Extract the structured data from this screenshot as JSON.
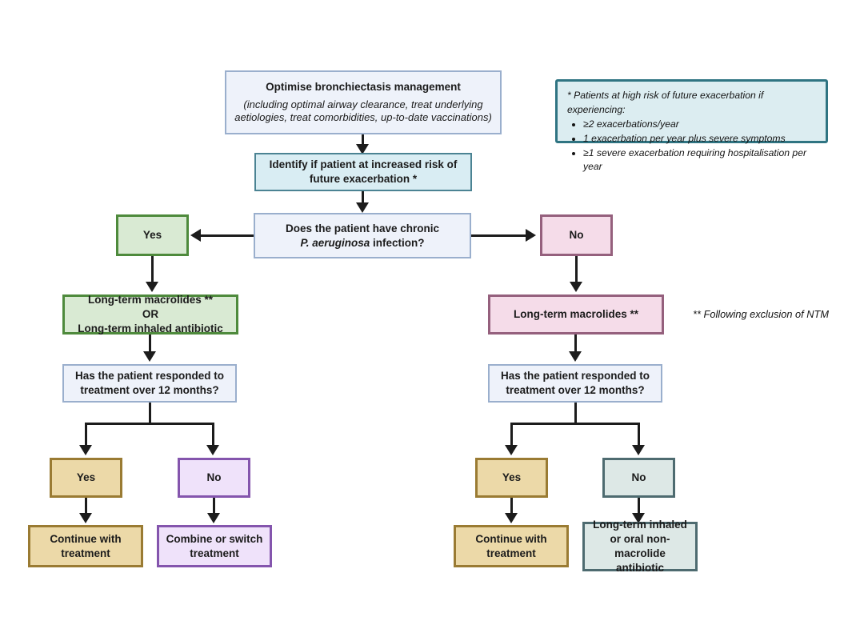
{
  "diagram": {
    "title": "Bronchiectasis long-term antibiotic treatment algorithm",
    "nodes": {
      "optimise": {
        "heading": "Optimise bronchiectasis management",
        "detail": "(including optimal airway clearance, treat underlying aetiologies, treat comorbidities, up-to-date vaccinations)"
      },
      "identify": "Identify if patient at increased risk of future exacerbation *",
      "pseudomonas_q_line1": "Does the patient have chronic",
      "pseudomonas_q_line2_italic": "P. aeruginosa",
      "pseudomonas_q_line2_rest": " infection?",
      "yes_pseudomonas": "Yes",
      "no_pseudomonas": "No",
      "left_treatment": "Long-term macrolides **\nOR\nLong-term inhaled antibiotic",
      "right_treatment": "Long-term macrolides **",
      "left_response_q": "Has the patient responded to treatment over 12 months?",
      "right_response_q": "Has the patient responded to treatment over 12 months?",
      "left_yes": "Yes",
      "left_no": "No",
      "right_yes": "Yes",
      "right_no": "No",
      "left_yes_outcome": "Continue with treatment",
      "left_no_outcome": "Combine or switch treatment",
      "right_yes_outcome": "Continue with treatment",
      "right_no_outcome": "Long-term inhaled or oral non-macrolide antibiotic"
    },
    "legend": {
      "lead": "* Patients at high risk of future exacerbation if experiencing:",
      "items": [
        "≥2 exacerbations/year",
        "1 exacerbation per year plus severe symptoms",
        "≥1 severe exacerbation requiring hospitalisation per year"
      ]
    },
    "footnote": "** Following exclusion of NTM",
    "colors": {
      "blue_fill": "#eef2fa",
      "blue_border": "#9aafcd",
      "cyan_fill": "#d9edf3",
      "cyan_border": "#4b8393",
      "green_fill": "#d9ead3",
      "green_border": "#4e8a3c",
      "pink_fill": "#f5dce9",
      "pink_border": "#95607d",
      "yellow_fill": "#ecd9a8",
      "yellow_border": "#9a7b33",
      "purple_fill": "#efe2fa",
      "purple_border": "#8455ad",
      "teal_fill": "#dde8e6",
      "teal_border": "#4e6b70",
      "legend_fill": "#dcedf1",
      "legend_border": "#2f7482",
      "connector": "#1c1c1c"
    }
  }
}
